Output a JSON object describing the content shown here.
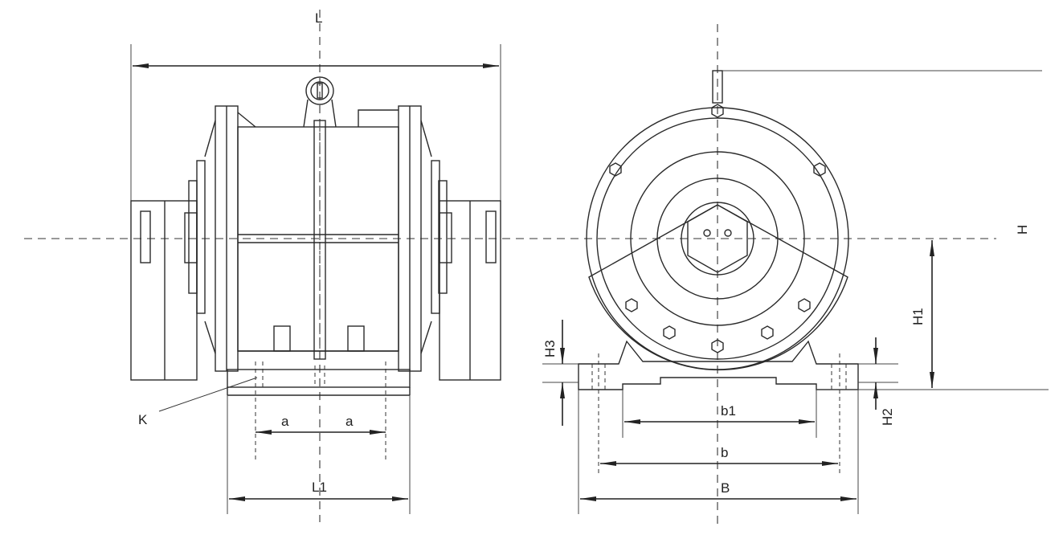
{
  "labels": {
    "L": "L",
    "K": "K",
    "a_left": "a",
    "a_right": "a",
    "L1": "L1",
    "H": "H",
    "H1": "H1",
    "H2": "H2",
    "H3": "H3",
    "b1": "b1",
    "b": "b",
    "B": "B"
  }
}
